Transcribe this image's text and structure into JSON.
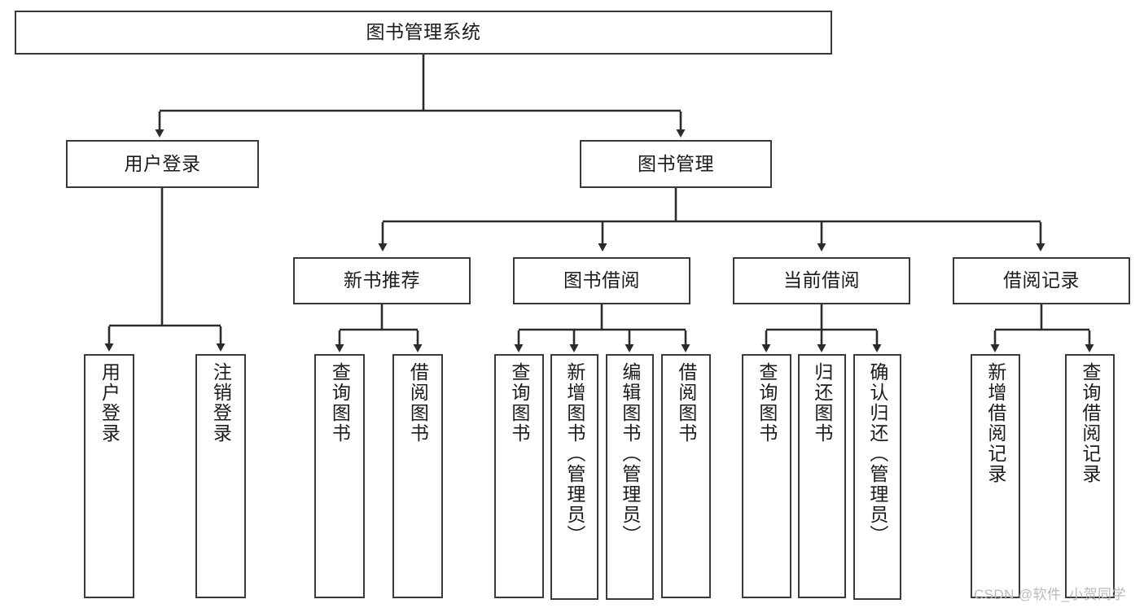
{
  "diagram": {
    "title": "图书管理系统",
    "type": "tree-structure-chart",
    "root": {
      "label": "图书管理系统"
    },
    "level2": [
      {
        "label": "用户登录"
      },
      {
        "label": "图书管理"
      }
    ],
    "level3": [
      {
        "label": "新书推荐"
      },
      {
        "label": "图书借阅"
      },
      {
        "label": "当前借阅"
      },
      {
        "label": "借阅记录"
      }
    ],
    "leaves": {
      "user_login": [
        {
          "label": "用户登录"
        },
        {
          "label": "注销登录"
        }
      ],
      "new_book_recommend": [
        {
          "label": "查询图书"
        },
        {
          "label": "借阅图书"
        }
      ],
      "book_borrow": [
        {
          "label": "查询图书"
        },
        {
          "label": "新增图书（管理员）"
        },
        {
          "label": "编辑图书（管理员）"
        },
        {
          "label": "借阅图书"
        }
      ],
      "current_borrow": [
        {
          "label": "查询图书"
        },
        {
          "label": "归还图书"
        },
        {
          "label": "确认归还（管理员）"
        }
      ],
      "borrow_record": [
        {
          "label": "新增借阅记录"
        },
        {
          "label": "查询借阅记录"
        }
      ]
    }
  },
  "watermark": {
    "text": "CSDN @软件_小贺同学"
  },
  "colors": {
    "stroke": "#3a3a3a",
    "text": "#1b1b1b",
    "background": "#ffffff",
    "watermark": "#b9b9b9"
  }
}
